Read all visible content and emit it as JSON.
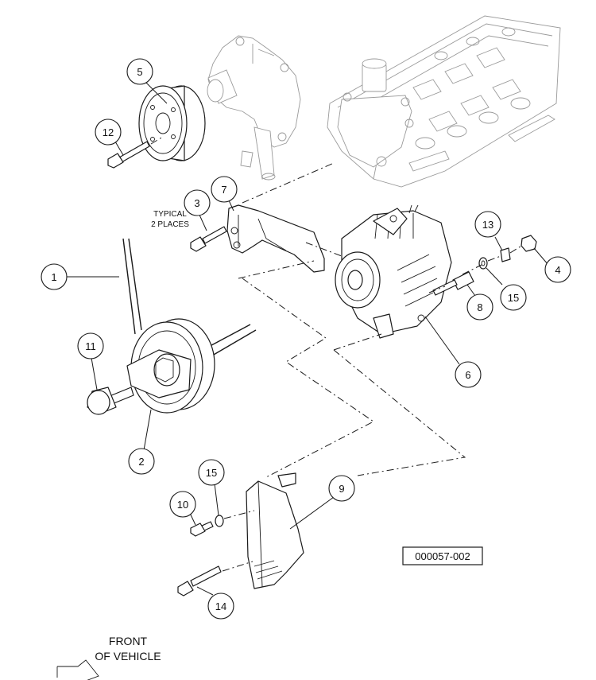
{
  "callouts": [
    {
      "id": "1",
      "label": "1"
    },
    {
      "id": "2",
      "label": "2"
    },
    {
      "id": "3",
      "label": "3"
    },
    {
      "id": "4",
      "label": "4"
    },
    {
      "id": "5",
      "label": "5"
    },
    {
      "id": "6",
      "label": "6"
    },
    {
      "id": "7",
      "label": "7"
    },
    {
      "id": "8",
      "label": "8"
    },
    {
      "id": "9",
      "label": "9"
    },
    {
      "id": "10",
      "label": "10"
    },
    {
      "id": "11",
      "label": "11"
    },
    {
      "id": "12",
      "label": "12"
    },
    {
      "id": "13",
      "label": "13"
    },
    {
      "id": "14",
      "label": "14"
    },
    {
      "id": "15a",
      "label": "15"
    },
    {
      "id": "15b",
      "label": "15"
    }
  ],
  "note": {
    "line1": "TYPICAL",
    "line2": "2 PLACES"
  },
  "front": {
    "line1": "FRONT",
    "line2": "OF VEHICLE"
  },
  "drawing_number": "000057-002"
}
